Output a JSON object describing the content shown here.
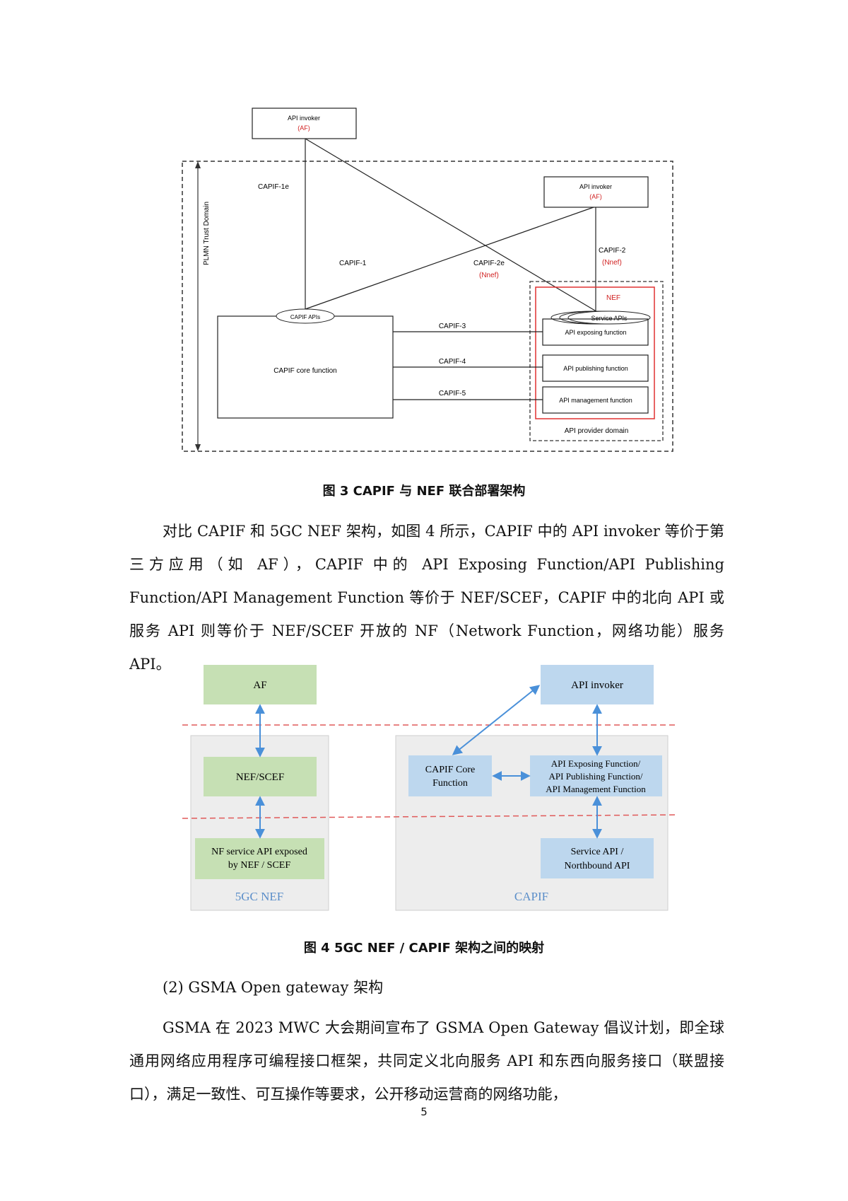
{
  "figure3": {
    "invoker_top": {
      "title": "API invoker",
      "sub": "(AF)"
    },
    "invoker_right": {
      "title": "API invoker",
      "sub": "(AF)"
    },
    "trust_domain_label": "PLMN Trust Domain",
    "capif_1e": "CAPIF-1e",
    "capif_1": "CAPIF-1",
    "capif_2e": "CAPIF-2e",
    "capif_2e_sub": "(Nnef)",
    "capif_2": "CAPIF-2",
    "capif_2_sub": "(Nnef)",
    "nef_label": "NEF",
    "service_apis": "Service APIs",
    "capif_apis": "CAPIF APIs",
    "core_function": "CAPIF core function",
    "capif_3": "CAPIF-3",
    "capif_4": "CAPIF-4",
    "capif_5": "CAPIF-5",
    "exposing": "API exposing function",
    "publishing": "API publishing function",
    "management": "API management function",
    "provider_domain": "API provider domain",
    "caption": "图 3 CAPIF 与 NEF 联合部署架构"
  },
  "paragraph1": "对比 CAPIF 和 5GC NEF 架构，如图 4 所示，CAPIF 中的 API invoker 等价于第三方应用（如 AF），CAPIF 中的 API Exposing Function/API Publishing Function/API Management Function 等价于 NEF/SCEF，CAPIF 中的北向 API 或服务 API 则等价于 NEF/SCEF 开放的 NF（Network Function，网络功能）服务 API。",
  "figure4": {
    "af": "AF",
    "nef_scef": "NEF/SCEF",
    "nf_service_1": "NF service API exposed",
    "nf_service_2": "by NEF / SCEF",
    "label_5gc": "5GC NEF",
    "api_invoker": "API invoker",
    "capif_core_1": "CAPIF Core",
    "capif_core_2": "Function",
    "exposing_1": "API Exposing Function/",
    "exposing_2": "API Publishing Function/",
    "exposing_3": "API Management Function",
    "service_api_1": "Service API /",
    "service_api_2": "Northbound API",
    "label_capif": "CAPIF",
    "caption": "图 4 5GC NEF / CAPIF 架构之间的映射",
    "colors": {
      "green": "#c6e0b4",
      "blue": "#bdd7ee",
      "gray": "#ededed",
      "dash_red": "#e05a5a",
      "arrow": "#4a90d9"
    }
  },
  "section_title": "(2) GSMA Open gateway 架构",
  "paragraph2": "GSMA 在 2023 MWC 大会期间宣布了 GSMA Open Gateway 倡议计划，即全球通用网络应用程序可编程接口框架，共同定义北向服务 API 和东西向服务接口（联盟接口），满足一致性、可互操作等要求，公开移动运营商的网络功能，",
  "page_number": "5"
}
